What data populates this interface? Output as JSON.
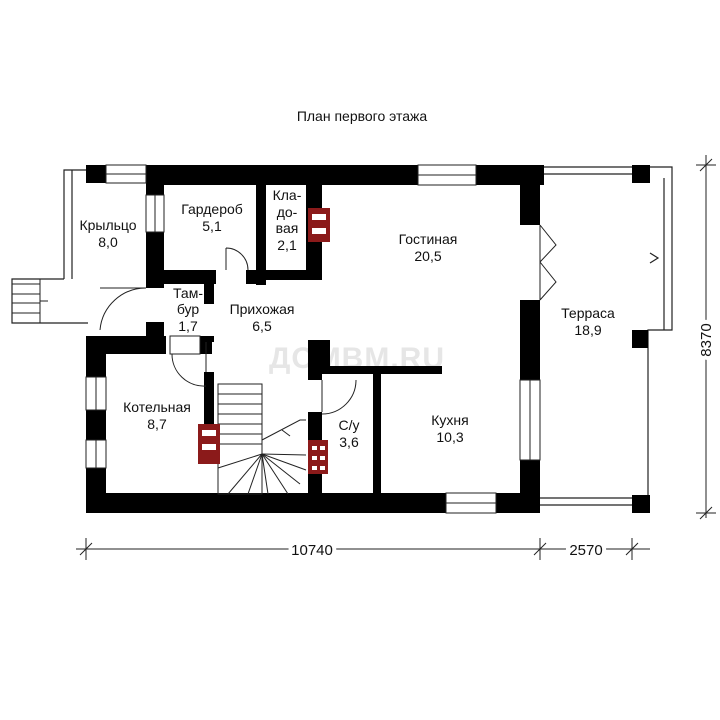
{
  "title": "План первого этажа",
  "watermark": "ДОМВМ.RU",
  "colors": {
    "wall": "#000000",
    "fireplace": "#8b1a1a",
    "line": "#222222",
    "background": "#ffffff"
  },
  "rooms": {
    "porch": {
      "name": "Крыльцо",
      "area": "8,0"
    },
    "wardrobe": {
      "name": "Гардероб",
      "area": "5,1"
    },
    "pantry": {
      "name_1": "Кла-",
      "name_2": "до-",
      "name_3": "вая",
      "area": "2,1"
    },
    "living": {
      "name": "Гостиная",
      "area": "20,5"
    },
    "vestibule": {
      "name_1": "Там-",
      "name_2": "бур",
      "area": "1,7"
    },
    "hall": {
      "name": "Прихожая",
      "area": "6,5"
    },
    "terrace": {
      "name": "Терраса",
      "area": "18,9"
    },
    "boiler": {
      "name": "Котельная",
      "area": "8,7"
    },
    "wc": {
      "name": "С/у",
      "area": "3,6"
    },
    "kitchen": {
      "name": "Кухня",
      "area": "10,3"
    }
  },
  "dimensions": {
    "house_width": "10740",
    "terrace_width": "2570",
    "depth": "8370"
  }
}
